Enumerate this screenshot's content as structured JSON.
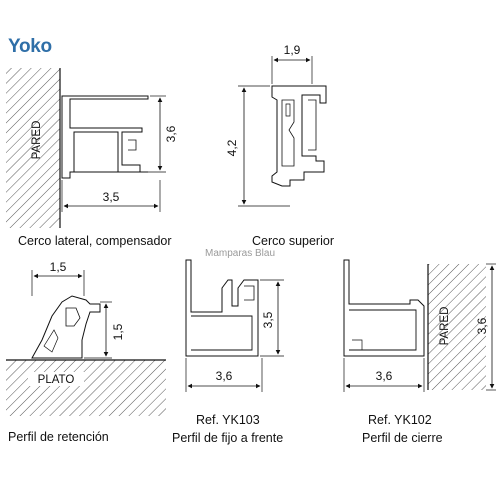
{
  "brand": "Yoko",
  "watermark": "Mamparas Blau",
  "panel_lateral": {
    "caption": "Cerco lateral, compensador",
    "wall_label": "PARED",
    "dim_width": "3,5",
    "dim_height": "3,6"
  },
  "panel_superior": {
    "caption": "Cerco superior",
    "dim_width": "1,9",
    "dim_height": "4,2"
  },
  "panel_retencion": {
    "caption": "Perfil de retención",
    "floor_label": "PLATO",
    "dim_width": "1,5",
    "dim_height": "1,5"
  },
  "panel_yk103": {
    "ref": "Ref. YK103",
    "caption": "Perfil de fijo a frente",
    "dim_width": "3,6",
    "dim_height": "3,5"
  },
  "panel_yk102": {
    "ref": "Ref. YK102",
    "caption": "Perfil de cierre",
    "wall_label": "PARED",
    "dim_width": "3,6",
    "dim_height": "3,6"
  }
}
